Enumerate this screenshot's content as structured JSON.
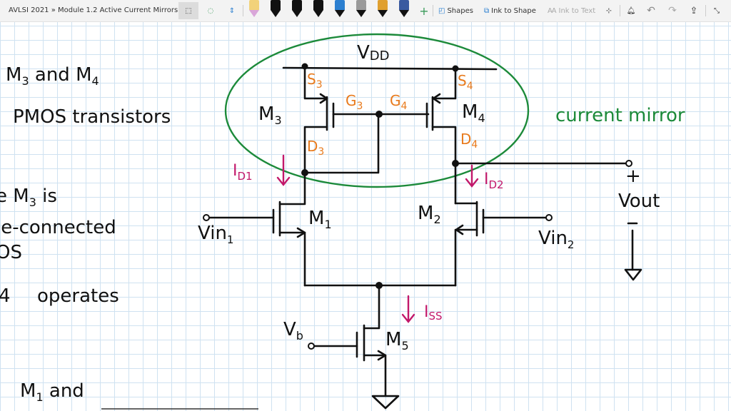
{
  "window": {
    "title": "AVLSI 2021 » Module 1.2 Active Current Mirrors"
  },
  "toolbar": {
    "lasso_icon": "lasso-select-icon",
    "pens": [
      {
        "color": "#f2d27a",
        "tip": "#d9a6d9"
      },
      {
        "color": "#111111"
      },
      {
        "color": "#111111"
      },
      {
        "color": "#111111"
      },
      {
        "color": "#2b7fd0"
      },
      {
        "color": "#9a9a9a"
      },
      {
        "color": "#e0a030"
      },
      {
        "color": "#3a5aa0"
      }
    ],
    "add": "+",
    "shapes": "Shapes",
    "ink_to_shape": "Ink to Shape",
    "ink_to_text": "Ink to Text"
  },
  "notes": {
    "line1": {
      "a": "M",
      "a_sub": "3",
      "b": " and M",
      "b_sub": "4"
    },
    "line2": "PMOS transistors",
    "line3": {
      "pre": "e M",
      "sub": "3",
      "post": " is"
    },
    "line4": "le-connected",
    "line5": "OS",
    "line6": {
      "pre": "4",
      "post": "operates"
    },
    "line7": {
      "a": "M",
      "sub": "1",
      "post": " and"
    }
  },
  "circuit": {
    "vdd": {
      "v": "V",
      "sub": "DD"
    },
    "m3": {
      "m": "M",
      "sub": "3"
    },
    "m4": {
      "m": "M",
      "sub": "4"
    },
    "m1": {
      "m": "M",
      "sub": "1"
    },
    "m2": {
      "m": "M",
      "sub": "2"
    },
    "m5": {
      "m": "M",
      "sub": "5"
    },
    "s3": {
      "m": "S",
      "sub": "3"
    },
    "s4": {
      "m": "S",
      "sub": "4"
    },
    "g3": {
      "m": "G",
      "sub": "3"
    },
    "g4": {
      "m": "G",
      "sub": "4"
    },
    "d3": {
      "m": "D",
      "sub": "3"
    },
    "d4": {
      "m": "D",
      "sub": "4"
    },
    "id1": {
      "m": "I",
      "sub": "D1"
    },
    "id2": {
      "m": "I",
      "sub": "D2"
    },
    "iss": {
      "m": "I",
      "sub": "SS"
    },
    "vin1": {
      "m": "Vin",
      "sub": "1"
    },
    "vin2": {
      "m": "Vin",
      "sub": "2"
    },
    "vb": {
      "m": "V",
      "sub": "b"
    },
    "vout": "Vout",
    "plus": "+",
    "minus": "−",
    "annotation": "current mirror"
  },
  "colors": {
    "ellipse": "#1c8a3a",
    "labels": "#e87a1c",
    "currents": "#c2186a"
  }
}
